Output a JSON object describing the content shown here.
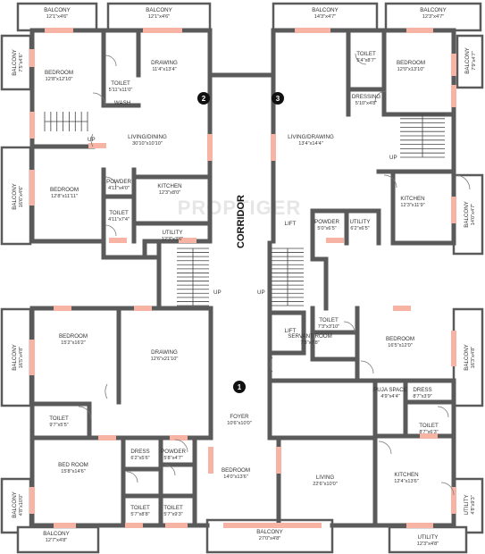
{
  "watermark": "PROPTIGER",
  "corridor_label": "CORRIDOR",
  "unit_numbers": [
    "2",
    "3",
    "1"
  ],
  "stair_labels": [
    "UP",
    "UP",
    "UP",
    "UP"
  ],
  "rooms": [
    {
      "name": "BALCONY",
      "dim": "12'1\"x4'6\""
    },
    {
      "name": "BALCONY",
      "dim": "12'1\"x4'6\""
    },
    {
      "name": "BALCONY",
      "dim": "7'5\"x4'6\""
    },
    {
      "name": "BEDROOM",
      "dim": "12'8\"x12'10\""
    },
    {
      "name": "TOILET",
      "dim": "5'11\"x11'0\""
    },
    {
      "name": "WASH",
      "dim": ""
    },
    {
      "name": "DRAWING",
      "dim": "11'4\"x13'4\""
    },
    {
      "name": "LIVING/DINING",
      "dim": "30'10\"x10'10\""
    },
    {
      "name": "BALCONY",
      "dim": "16'6\"x4'6\""
    },
    {
      "name": "BEDROOM",
      "dim": "12'8\"x11'11\""
    },
    {
      "name": "POWDER",
      "dim": "4'11\"x4'0\""
    },
    {
      "name": "TOILET",
      "dim": "4'11\"x7'4\""
    },
    {
      "name": "KITCHEN",
      "dim": "12'3\"x8'0\""
    },
    {
      "name": "UTILITY",
      "dim": "12'3\"x3'6\""
    },
    {
      "name": "BALCONY",
      "dim": "14'3\"x4'7\""
    },
    {
      "name": "BALCONY",
      "dim": "12'3\"x4'7\""
    },
    {
      "name": "BALCONY",
      "dim": "7'9\"x4'7\""
    },
    {
      "name": "TOILET",
      "dim": "5'4\"x8'7\""
    },
    {
      "name": "BEDROOM",
      "dim": "12'0\"x13'10\""
    },
    {
      "name": "DRESSING",
      "dim": "5'10\"x4'8\""
    },
    {
      "name": "LIVING/DRAWING",
      "dim": "13'4\"x14'4\""
    },
    {
      "name": "KITCHEN",
      "dim": "12'3\"x11'9\""
    },
    {
      "name": "BALCONY",
      "dim": "14'0\"x4'7\""
    },
    {
      "name": "POWDER",
      "dim": "5'0\"x6'5\""
    },
    {
      "name": "UTILITY",
      "dim": "6'2\"x6'5\""
    },
    {
      "name": "LIFT",
      "dim": ""
    },
    {
      "name": "LIFT",
      "dim": ""
    },
    {
      "name": "BALCONY",
      "dim": "16'5\"x4'8\""
    },
    {
      "name": "BEDROOM",
      "dim": "15'2\"x16'2\""
    },
    {
      "name": "DRAWING",
      "dim": "12'6\"x21'10\""
    },
    {
      "name": "TOILET",
      "dim": "9'7\"x5'5\""
    },
    {
      "name": "FOYER",
      "dim": "10'6\"x10'0\""
    },
    {
      "name": "BED ROOM",
      "dim": "15'8\"x14'6\""
    },
    {
      "name": "DRESS",
      "dim": "6'2\"x5'6\""
    },
    {
      "name": "POWDER",
      "dim": "5'8\"x4'7\""
    },
    {
      "name": "TOILET",
      "dim": "5'7\"x8'8\""
    },
    {
      "name": "TOILET",
      "dim": "5'7\"x9'3\""
    },
    {
      "name": "BEDROOM",
      "dim": "14'0\"x13'6\""
    },
    {
      "name": "LIVING",
      "dim": "22'6\"x10'0\""
    },
    {
      "name": "BALCONY",
      "dim": "4'8\"x10'0\""
    },
    {
      "name": "BALCONY",
      "dim": "12'7\"x4'8\""
    },
    {
      "name": "BALCONY",
      "dim": "27'0\"x4'8\""
    },
    {
      "name": "TOILET",
      "dim": "7'3\"x3'10\""
    },
    {
      "name": "SERVANT ROOM",
      "dim": "7'3\"x7'8\""
    },
    {
      "name": "BEDROOM",
      "dim": "16'5\"x12'0\""
    },
    {
      "name": "BALCONY",
      "dim": "16'3\"x4'8\""
    },
    {
      "name": "PUJA SPACE",
      "dim": "4'9\"x4'4\""
    },
    {
      "name": "DRESS",
      "dim": "8'7\"x3'9\""
    },
    {
      "name": "TOILET",
      "dim": "8'7\"x6'3\""
    },
    {
      "name": "KITCHEN",
      "dim": "12'4\"x13'6\""
    },
    {
      "name": "UTILITY",
      "dim": "4'8\"x9'3\""
    },
    {
      "name": "UTILITY",
      "dim": "12'3\"x4'8\""
    }
  ]
}
